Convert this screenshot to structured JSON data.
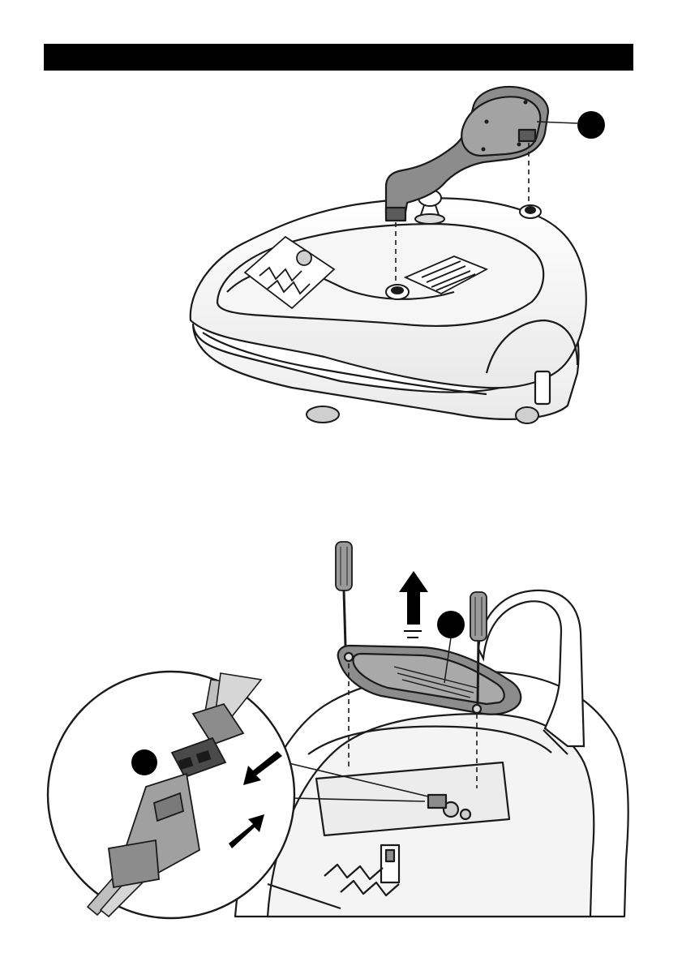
{
  "header": {
    "title": ""
  },
  "figure_top": {
    "callouts": [
      {
        "id": "backrest",
        "label": ""
      }
    ]
  },
  "figure_bottom": {
    "callouts": [
      {
        "id": "seat-cover",
        "label": ""
      },
      {
        "id": "connector",
        "label": ""
      }
    ]
  },
  "colors": {
    "header_bar": "#000000",
    "part_fill": "#8c8c8c",
    "part_dark": "#5a5a5a",
    "outline": "#1a1a1a",
    "callout_dot": "#000000"
  },
  "icons": [
    "screwdriver-icon",
    "arrow-up-icon",
    "arrow-in-icon"
  ],
  "page_number": ""
}
